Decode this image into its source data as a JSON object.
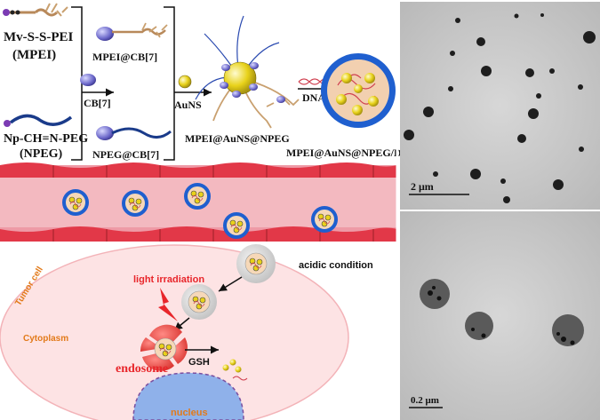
{
  "scheme": {
    "mpei_name": "Mv-S-S-PEI",
    "mpei_abbr": "(MPEI)",
    "npeg_name": "Np-CH=N-PEG",
    "npeg_abbr": "(NPEG)",
    "cb7": "CB[7]",
    "mpei_cb7": "MPEI@CB[7]",
    "npeg_cb7": "NPEG@CB[7]",
    "auns": "AuNS",
    "dna": "DNA",
    "mpei_auns_npeg": "MPEI@AuNS@NPEG",
    "final_complex": "MPEI@AuNS@NPEG/DNA"
  },
  "cell": {
    "tumor_cell": "Tumor cell",
    "acidic_condition": "acidic condition",
    "light_irradiation": "light irradiation",
    "cytoplasm": "Cytoplasm",
    "endosome": "endosome",
    "gsh": "GSH",
    "nucleus": "nucleus"
  },
  "tem": {
    "scale_top": "2 μm",
    "scale_bottom": "0.2 μm"
  },
  "colors": {
    "vessel": "#f0a7b1",
    "cell": "#fde3e4",
    "shell_blue": "#1f5fcf",
    "gold": "#e8d21a",
    "red": "#e8262b",
    "orange": "#e27a1a"
  }
}
